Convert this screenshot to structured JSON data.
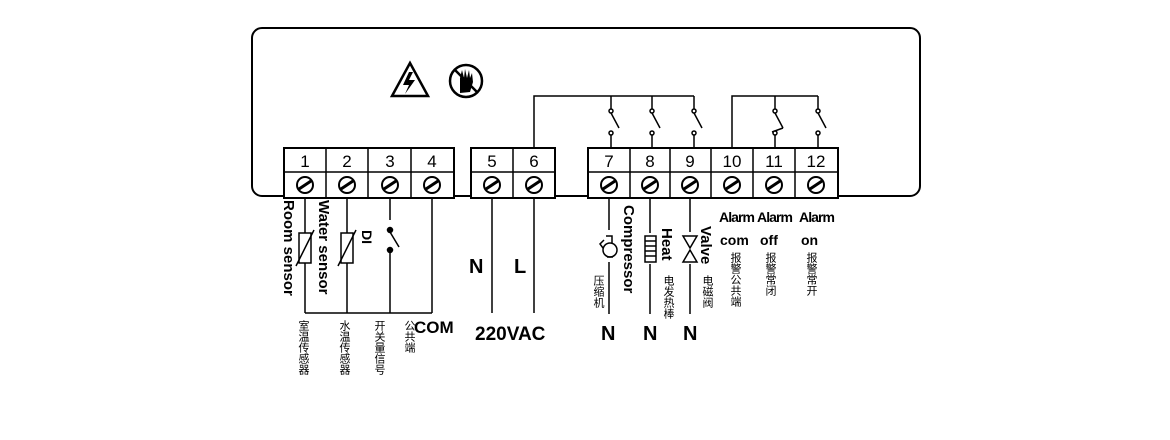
{
  "terminals": [
    "1",
    "2",
    "3",
    "4",
    "5",
    "6",
    "7",
    "8",
    "9",
    "10",
    "11",
    "12"
  ],
  "warning_icons": [
    "high-voltage-warning-icon",
    "no-touch-icon"
  ],
  "labels": {
    "room_sensor": "Room sensor",
    "water_sensor": "Water sensor",
    "di": "DI",
    "com": "COM",
    "n": "N",
    "l": "L",
    "supply": "220VAC",
    "compressor": "Compressor",
    "heat": "Heat",
    "valve": "Valve",
    "alarm": "Alarm",
    "alarm_com": "com",
    "alarm_off": "off",
    "alarm_on": "on"
  },
  "labels_cn": {
    "room_sensor": "室温传感器",
    "water_sensor": "水温传感器",
    "di": "开关量信号",
    "com": "公共端",
    "compressor": "压缩机",
    "heat": "电发热棒",
    "valve": "电磁阀",
    "alarm_com": "报警公共端",
    "alarm_off": "报警常闭",
    "alarm_on": "报警常开"
  }
}
